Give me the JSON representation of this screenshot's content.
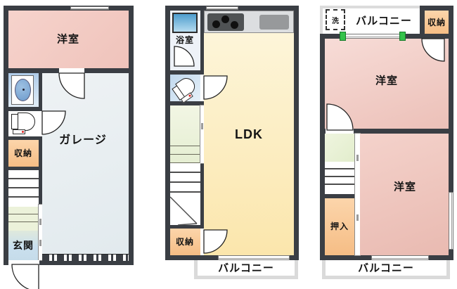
{
  "colors": {
    "wall": "#3a3e44",
    "room_pink": "#f2cac2",
    "storage_orange": "#f8c897",
    "ldk_cream": "#fbeab5",
    "hall_green": "#ecf2d9",
    "entrance_blue": "#cfe3ef",
    "garage_gray": "#e9eef1",
    "bathtub_blue": "#5aa5d4",
    "balcony_border": "#dadada",
    "window_marker_green": "#35c24b"
  },
  "floor1": {
    "room": "洋室",
    "storage": "収納",
    "garage": "ガレージ",
    "entrance": "玄関"
  },
  "floor2": {
    "bath": "浴室",
    "ldk": "LDK",
    "storage": "収納",
    "balcony": "バルコニー"
  },
  "floor3": {
    "balcony_top": "バルコニー",
    "washer": "洗",
    "storage": "収納",
    "room_upper": "洋室",
    "closet": "押入",
    "room_lower": "洋室",
    "balcony_bottom": "バルコニー"
  }
}
